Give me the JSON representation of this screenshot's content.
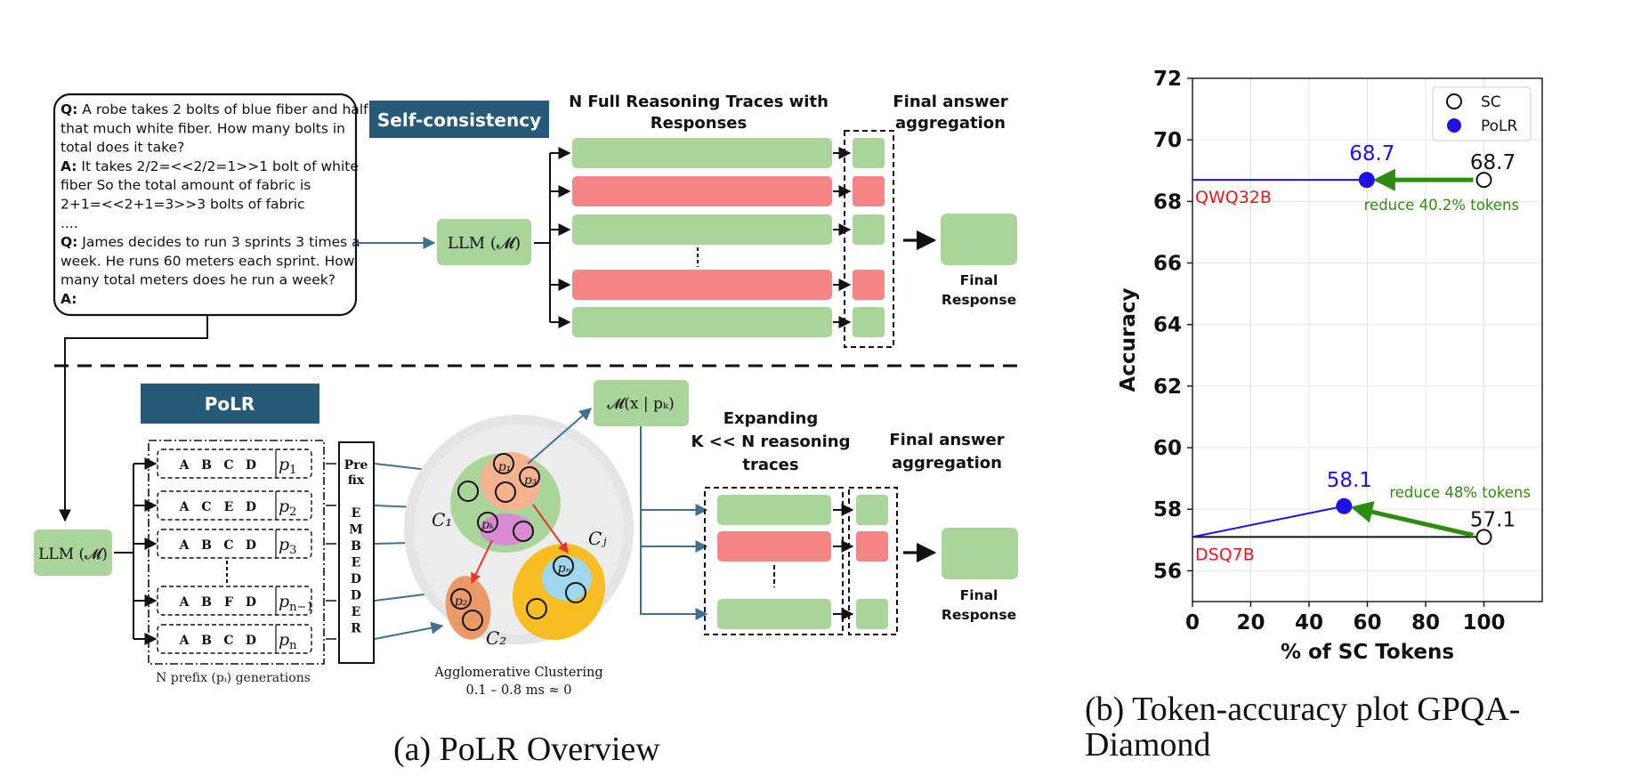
{
  "colors": {
    "green": "#a9d59b",
    "red": "#f58584",
    "navy": "#275978",
    "arrow": "#3f7191",
    "chart_blue": "#1e10e6",
    "chart_red": "#e8181f",
    "chart_green": "#2d8c0f"
  },
  "sc": {
    "prompt_lines": [
      {
        "b": "Q:",
        "t": "  A robe takes 2 bolts of blue fiber and half"
      },
      {
        "b": "",
        "t": "that much white fiber. How many bolts in"
      },
      {
        "b": "",
        "t": "total does it take?"
      },
      {
        "b": "A:",
        "t": " It takes 2/2=<<2/2=1>>1 bolt of white"
      },
      {
        "b": "",
        "t": "fiber So the total amount of fabric is"
      },
      {
        "b": "",
        "t": "2+1=<<2+1=3>>3 bolts of fabric"
      },
      {
        "b": "",
        "t": "...."
      },
      {
        "b": "Q:",
        "t": " James decides to run 3 sprints 3 times a"
      },
      {
        "b": "",
        "t": "week. He runs 60 meters each sprint. How"
      },
      {
        "b": "",
        "t": "many total meters does he run a week?"
      },
      {
        "b": "A:",
        "t": ""
      }
    ],
    "badge": "Self-consistency",
    "llm": "LLM (𝓜)",
    "traces_title": [
      "N Full Reasoning Traces with",
      "Responses"
    ],
    "agg_title": [
      "Final answer",
      "aggregation"
    ],
    "final": [
      "Final",
      "Response"
    ]
  },
  "polr": {
    "badge": "PoLR",
    "llm": "LLM (𝓜)",
    "prefixes": [
      {
        "letters": [
          "A",
          "B",
          "C",
          "D"
        ],
        "p": "p",
        "sub": "1"
      },
      {
        "letters": [
          "A",
          "C",
          "E",
          "D"
        ],
        "p": "p",
        "sub": "2"
      },
      {
        "letters": [
          "A",
          "B",
          "C",
          "D"
        ],
        "p": "p",
        "sub": "3"
      },
      {
        "letters": [
          "A",
          "B",
          "F",
          "D"
        ],
        "p": "p",
        "sub": "n−1"
      },
      {
        "letters": [
          "A",
          "B",
          "C",
          "D"
        ],
        "p": "p",
        "sub": "n"
      }
    ],
    "gen_label": "N prefix (pᵢ) generations",
    "embedder_top": [
      "Pre",
      "fix"
    ],
    "embedder_letters": [
      "E",
      "M",
      "B",
      "E",
      "D",
      "D",
      "E",
      "R"
    ],
    "model_box": "𝓜(x | pₖ)",
    "clusters": {
      "c1": "C₁",
      "c2": "C₂",
      "cj": "Cⱼ",
      "p1": "p₁",
      "p3": "p₃",
      "pk": "pₖ",
      "p2": "p₂",
      "pn": "pₙ"
    },
    "clustering_label": [
      "Agglomerative Clustering",
      "0.1 – 0.8 ms ≈ 0"
    ],
    "expand_title": [
      "Expanding",
      "K << N reasoning",
      "traces"
    ],
    "agg_title": [
      "Final answer",
      "aggregation"
    ],
    "final": [
      "Final",
      "Response"
    ]
  },
  "captions": {
    "a": "(a) PoLR Overview",
    "b": "(b) Token-accuracy plot GPQA-Diamond",
    "b_lines": [
      "(b) Token-accuracy plot GPQA-",
      "Diamond"
    ]
  },
  "chart_data": {
    "type": "scatter",
    "title": "",
    "xlabel": "% of SC Tokens",
    "ylabel": "Accuracy",
    "xlim": [
      0,
      120
    ],
    "ylim": [
      55,
      72
    ],
    "xticks": [
      0,
      20,
      40,
      60,
      80,
      100
    ],
    "yticks": [
      56,
      58,
      60,
      62,
      64,
      66,
      68,
      70,
      72
    ],
    "grid": true,
    "legend": {
      "placement": "top-right",
      "entries": [
        "SC",
        "PoLR"
      ]
    },
    "series": [
      {
        "name": "SC",
        "marker": "open-circle",
        "points": [
          {
            "x": 100,
            "y": 68.7,
            "label": "68.7"
          },
          {
            "x": 100,
            "y": 57.1,
            "label": "57.1"
          }
        ]
      },
      {
        "name": "PoLR",
        "marker": "filled-circle",
        "points": [
          {
            "x": 59.8,
            "y": 68.7,
            "label": "68.7"
          },
          {
            "x": 52,
            "y": 58.1,
            "label": "58.1"
          }
        ]
      }
    ],
    "model_labels": [
      {
        "text": "QWQ32B",
        "y": 68.7
      },
      {
        "text": "DSQ7B",
        "y": 57.1
      }
    ],
    "reduction_notes": [
      "reduce 40.2% tokens",
      "reduce 48% tokens"
    ]
  }
}
